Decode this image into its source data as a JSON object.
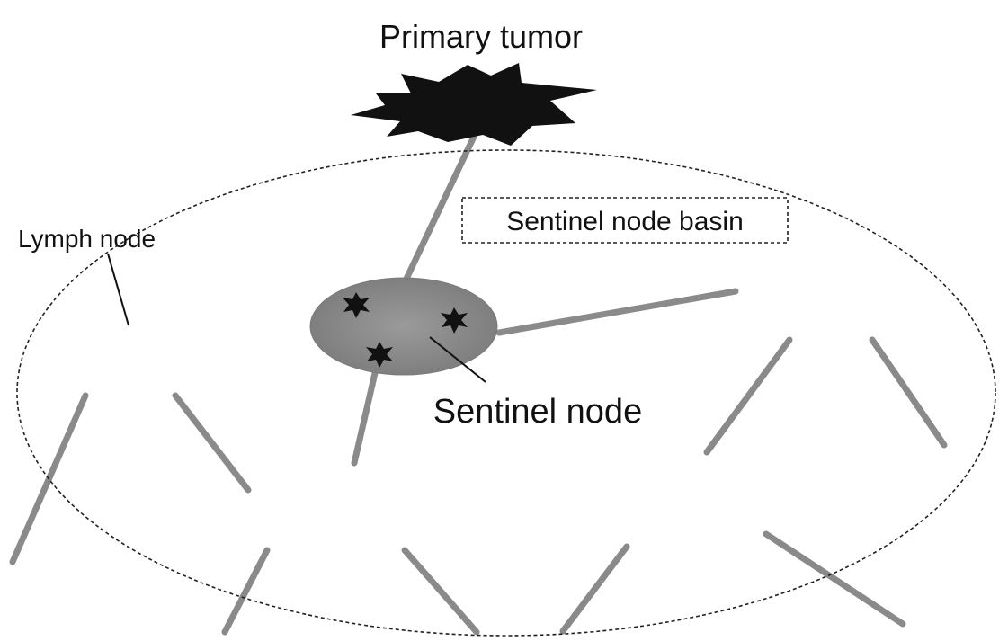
{
  "labels": {
    "primary_tumor": "Primary tumor",
    "sentinel_node_basin": "Sentinel node basin",
    "lymph_node": "Lymph node",
    "sentinel_node": "Sentinel node"
  },
  "colors": {
    "tumor": "#111111",
    "vessel": "#8a8a8a",
    "sentinel_node_fill": "#8e8e8e",
    "basin_outline": "#222222"
  },
  "icons": {
    "primary_tumor": "starburst-icon",
    "metastasis": "starburst-icon"
  }
}
